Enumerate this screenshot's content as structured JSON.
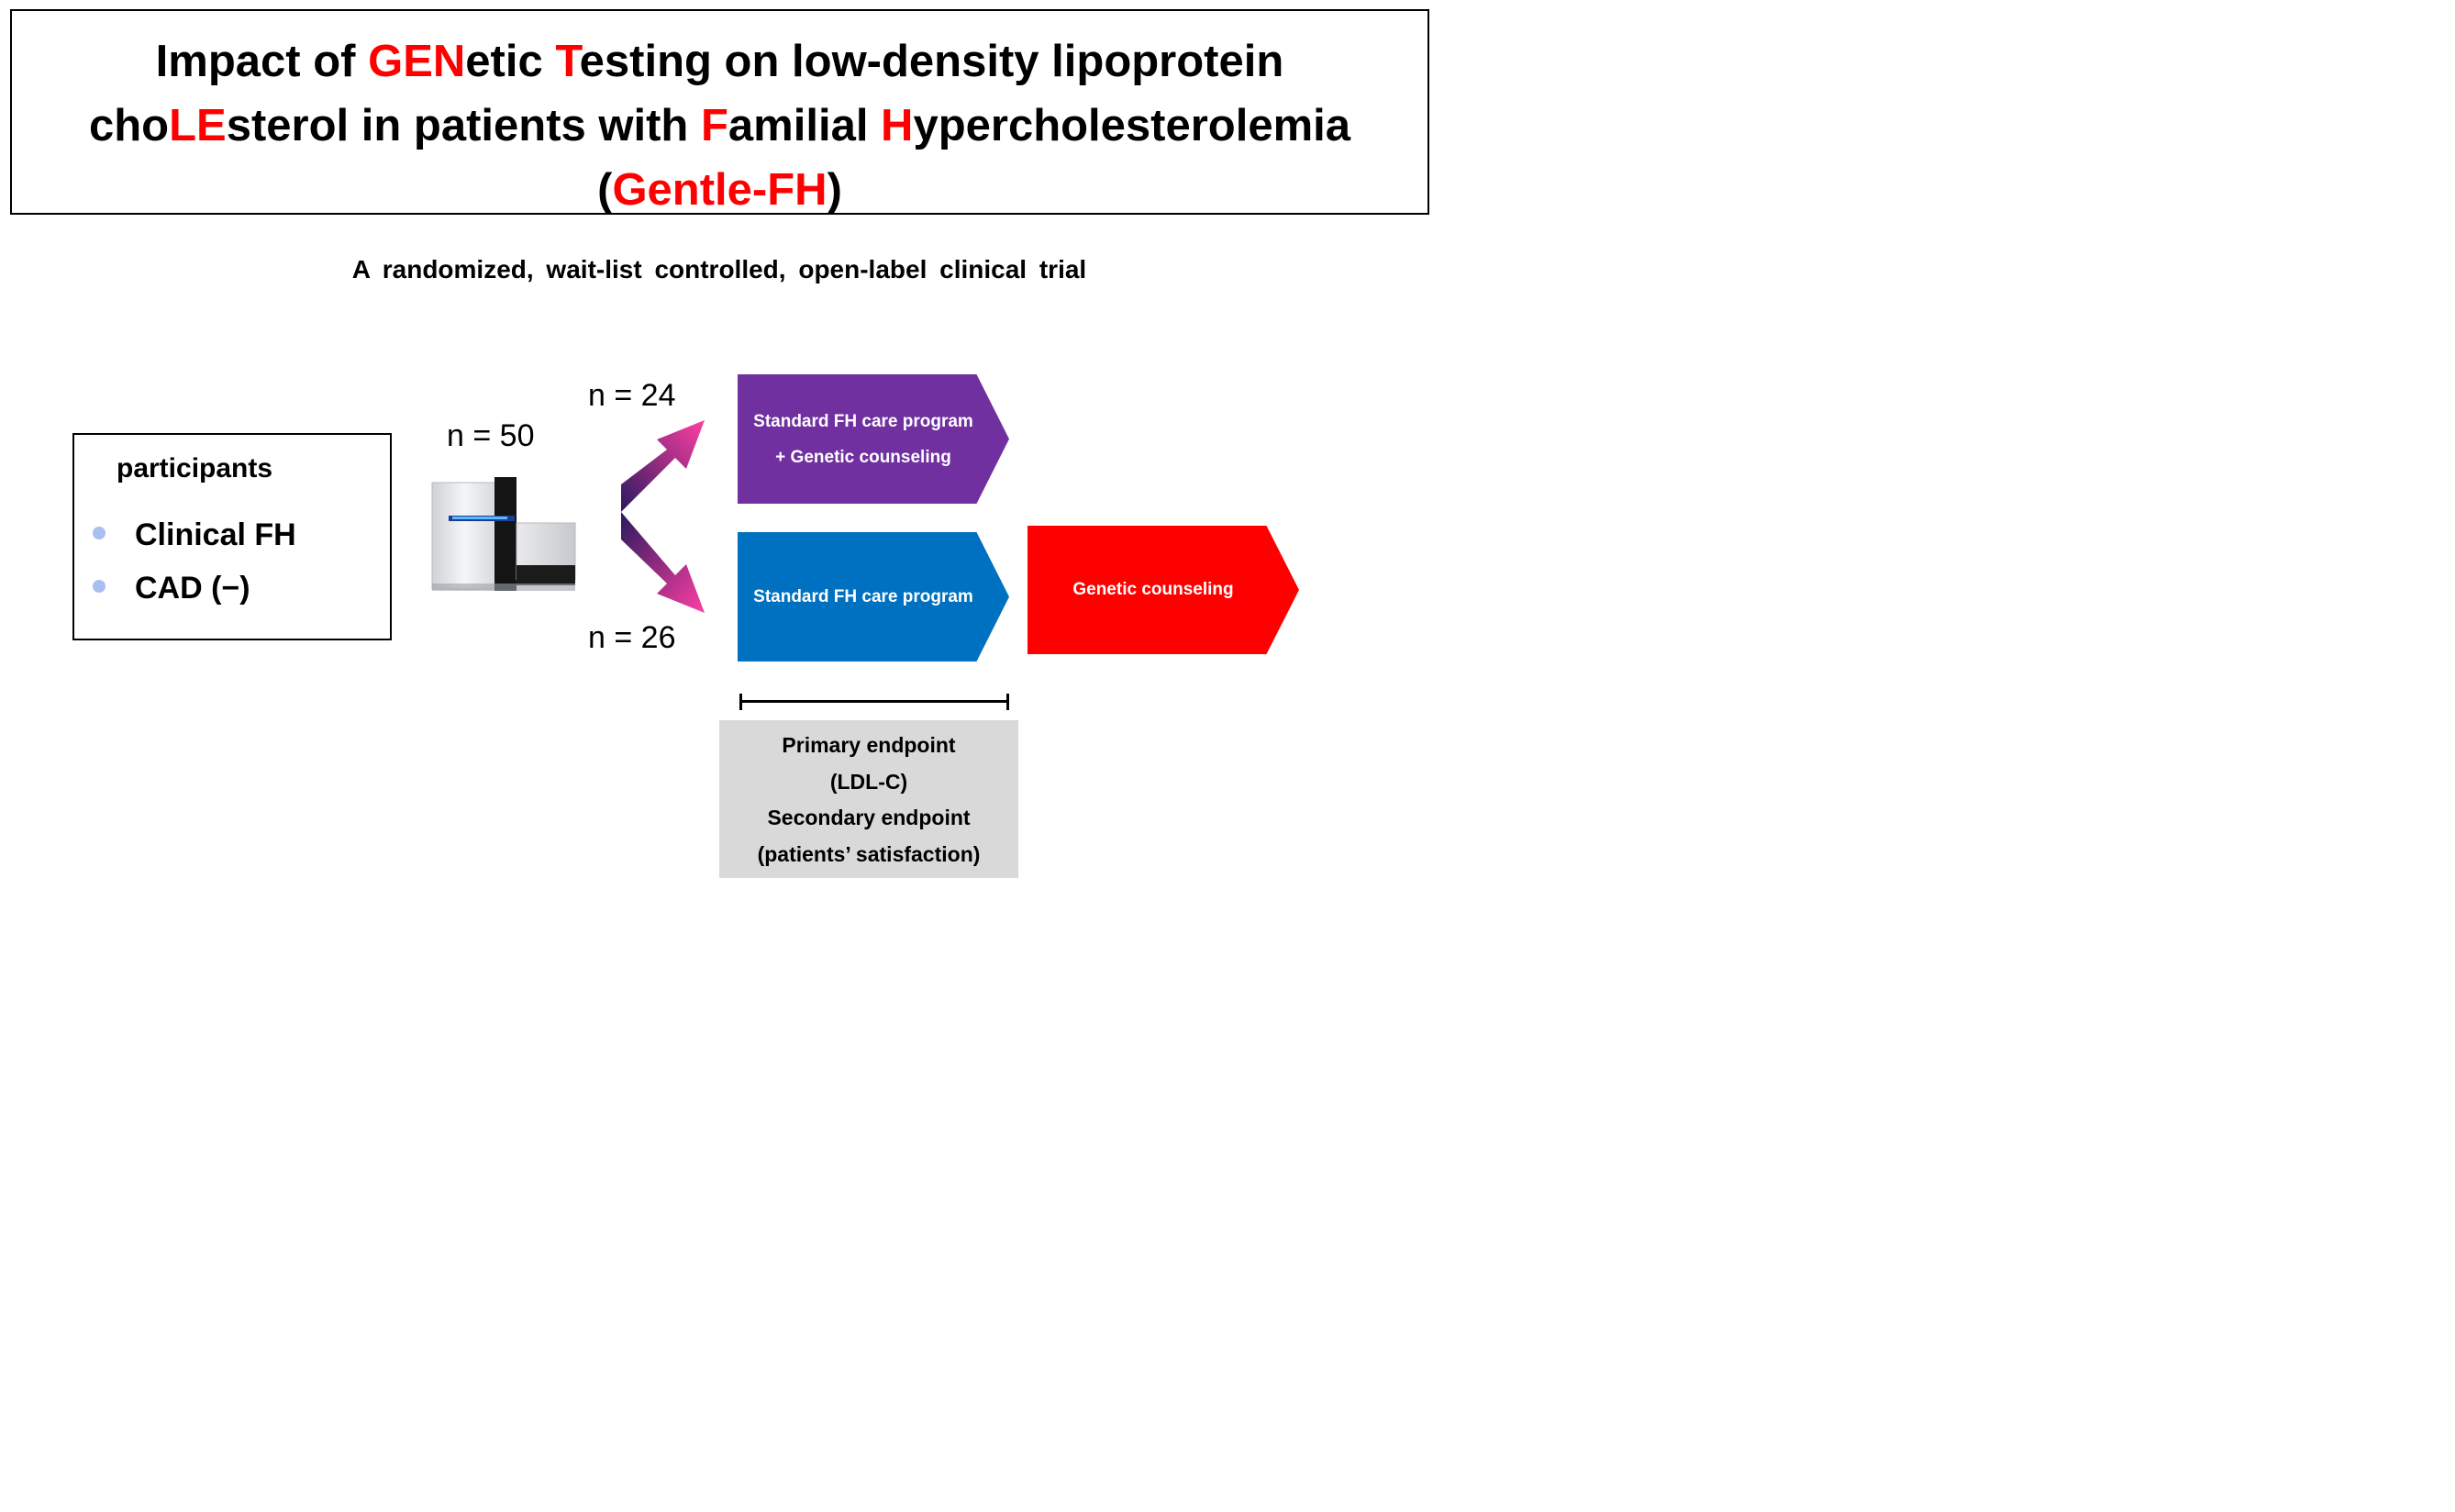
{
  "title": {
    "line1": [
      {
        "text": "Impact of ",
        "red": false
      },
      {
        "text": "GEN",
        "red": true
      },
      {
        "text": "etic ",
        "red": false
      },
      {
        "text": "T",
        "red": true
      },
      {
        "text": "esting on low-density lipoprotein",
        "red": false
      }
    ],
    "line2": [
      {
        "text": "cho",
        "red": false
      },
      {
        "text": "LE",
        "red": true
      },
      {
        "text": "sterol in patients with ",
        "red": false
      },
      {
        "text": "F",
        "red": true
      },
      {
        "text": "amilial ",
        "red": false
      },
      {
        "text": "H",
        "red": true
      },
      {
        "text": "ypercholesterolemia",
        "red": false
      }
    ],
    "line3": [
      {
        "text": "(",
        "red": false
      },
      {
        "text": "Gentle-FH",
        "red": true
      },
      {
        "text": ")",
        "red": false
      }
    ]
  },
  "subtitle": "A randomized, wait-list controlled, open-label clinical trial",
  "participants": {
    "heading": "participants",
    "items": [
      "Clinical FH",
      "CAD (−)"
    ]
  },
  "counts": {
    "total": "n = 50",
    "top_arm": "n = 24",
    "bottom_arm": "n = 26"
  },
  "arms": {
    "intervention_line1": "Standard FH care program",
    "intervention_line2": "+ Genetic counseling",
    "control": "Standard FH care program",
    "delayed": "Genetic counseling"
  },
  "endpoints": {
    "primary": "Primary endpoint",
    "primary_measure": "(LDL-C)",
    "secondary": "Secondary endpoint",
    "secondary_measure": "(patients’ satisfaction)"
  },
  "colors": {
    "title_accent": "#ff0000",
    "intervention_arm": "#7030a0",
    "control_arm": "#0070c0",
    "delayed_arm": "#ff0000",
    "endpoint_panel": "#d9d9d9",
    "bullet": "#a9bff0",
    "arrow_start": "#2a1a5e",
    "arrow_end": "#ff3fa4"
  },
  "icons": {
    "sequencer": "dna-sequencer-icon"
  }
}
